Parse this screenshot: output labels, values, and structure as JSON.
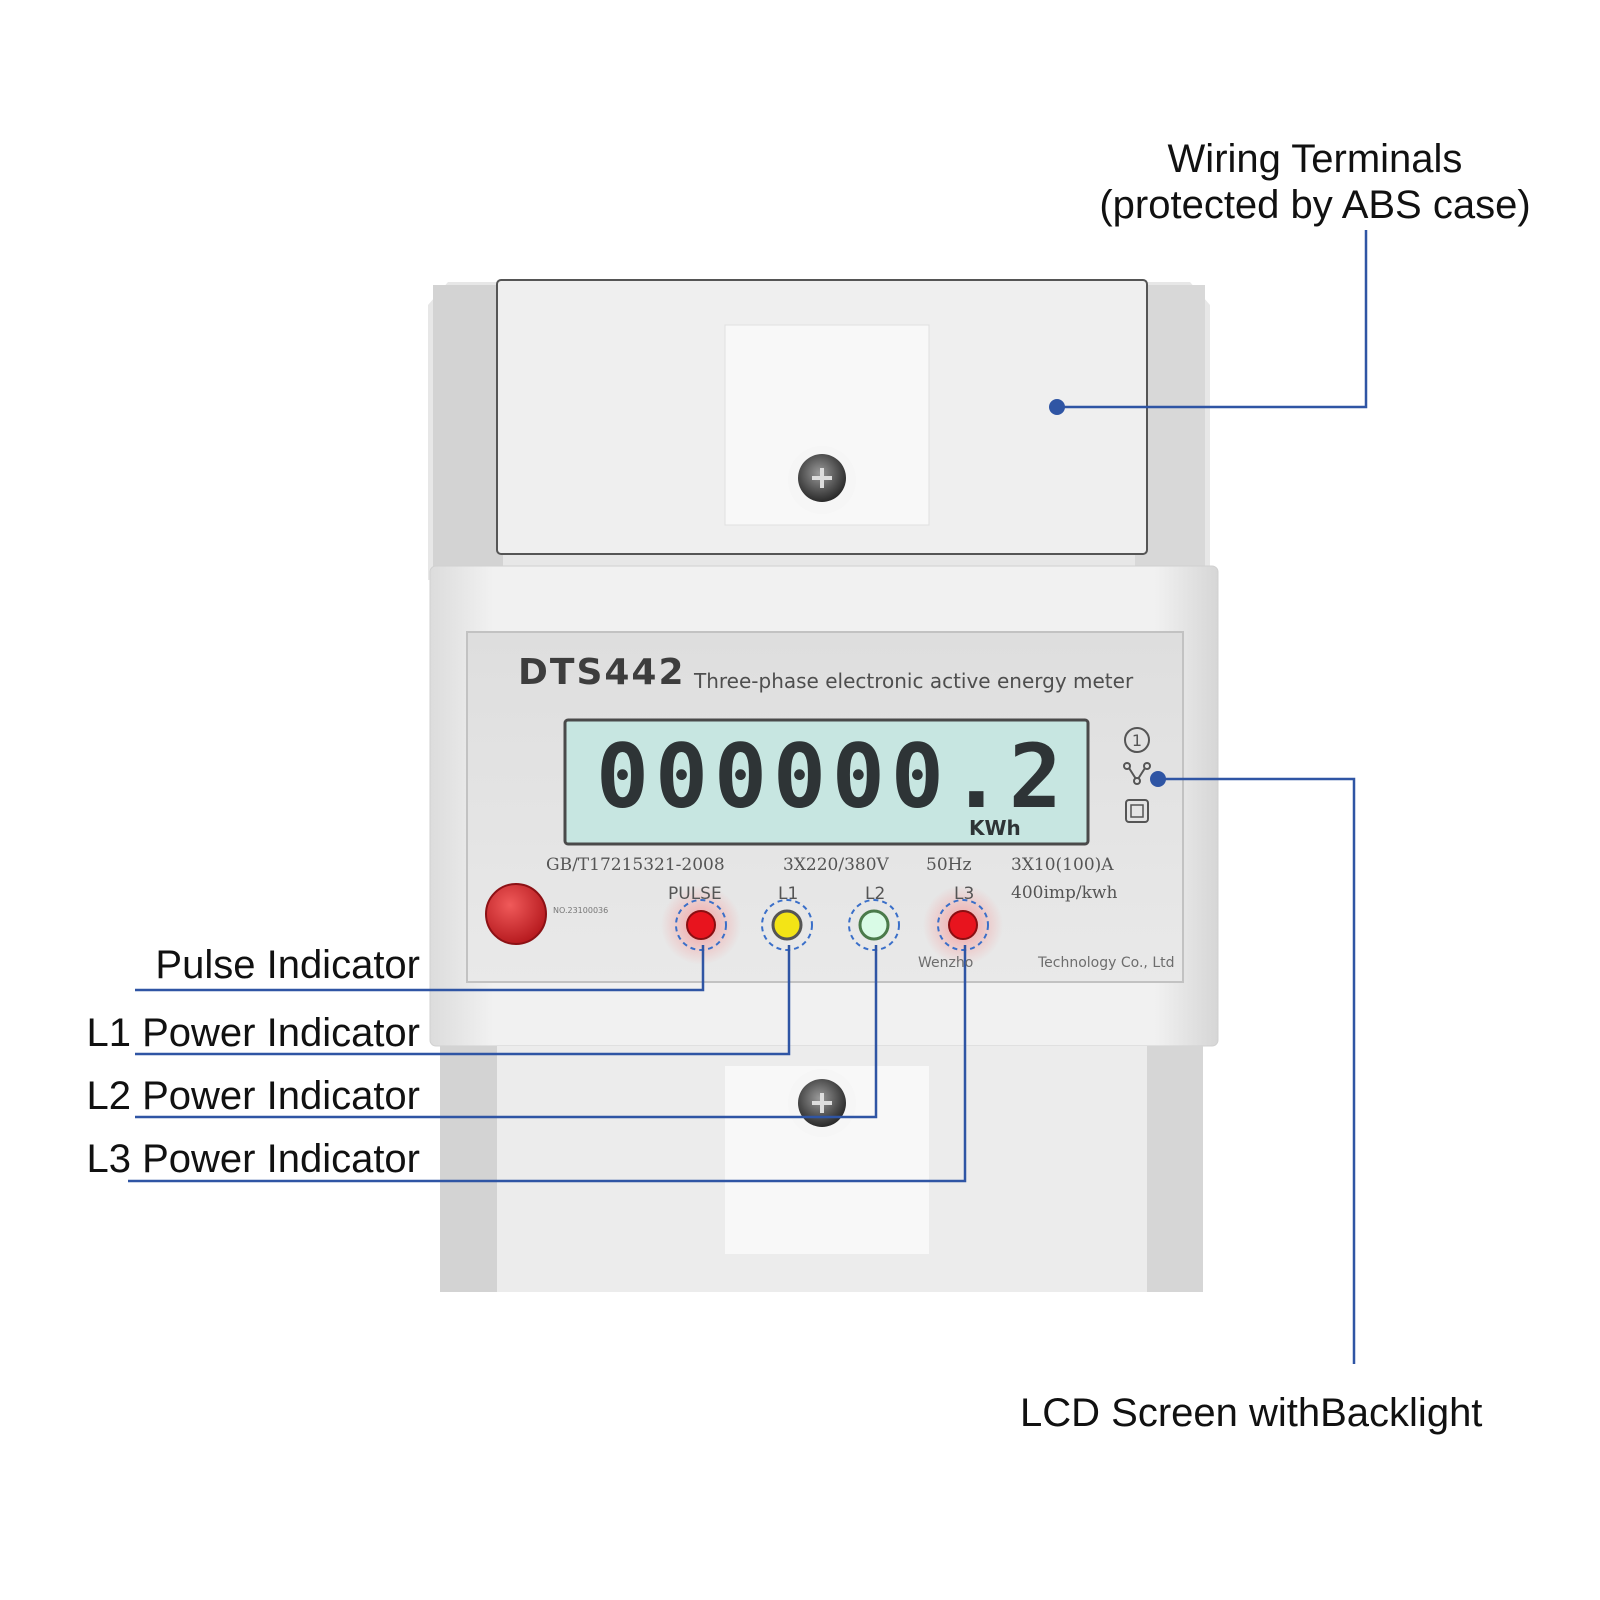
{
  "callouts": {
    "wiring_terminals": "Wiring Terminals",
    "wiring_terminals_sub": "(protected by ABS case)",
    "pulse": "Pulse Indicator",
    "l1": "L1 Power Indicator",
    "l2": "L2 Power Indicator",
    "l3": "L3 Power Indicator",
    "lcd": "LCD Screen withBacklight"
  },
  "meter": {
    "model": "DTS442",
    "description": "Three-phase electronic active energy meter",
    "lcd_reading": "000000.2",
    "lcd_unit": "KWh",
    "standard": "GB/T17215321-2008",
    "voltage": "3X220/380V",
    "frequency": "50Hz",
    "current": "3X10(100)A",
    "constant": "400imp/kwh",
    "serial": "NO.23100036",
    "manufacturer_left": "Wenzho",
    "manufacturer_right": "Technology Co., Ltd",
    "led_labels": {
      "pulse": "PULSE",
      "l1": "L1",
      "l2": "L2",
      "l3": "L3"
    },
    "icon_number": "1"
  },
  "colors": {
    "callout_line": "#2f55a4",
    "led_pulse": "#e8141e",
    "led_l1": "#f3e416",
    "led_l2": "#d9fbe6",
    "led_l3": "#e8141e",
    "button_red": "#d7252a",
    "lcd_background": "#c7e6e1"
  },
  "icons": [
    "number-one-icon",
    "network-icon",
    "square-icon",
    "screw-icon"
  ]
}
